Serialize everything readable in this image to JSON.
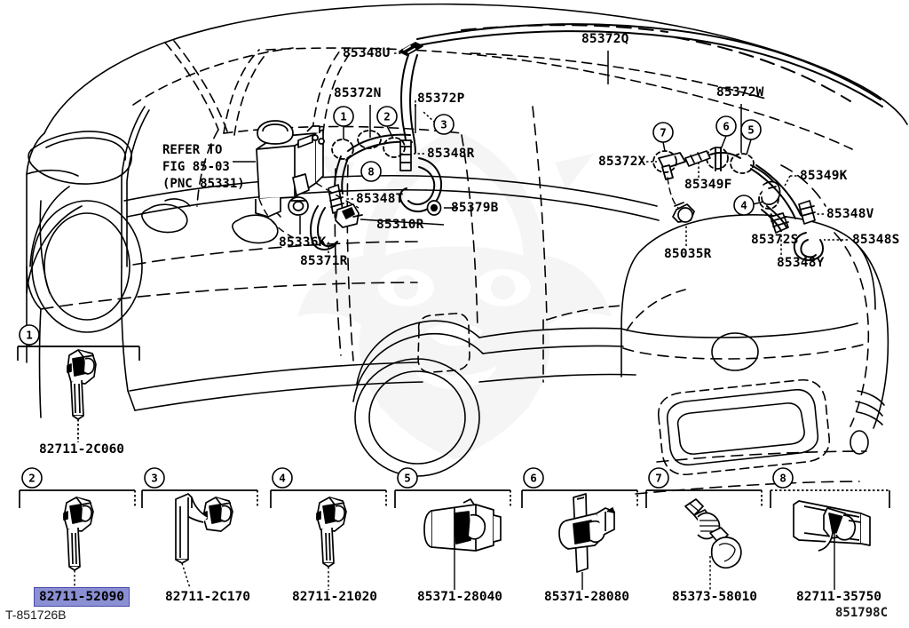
{
  "page": {
    "title": "Toyota Electronic Parts Catalog - Windshield Washer Illustration",
    "drawing_code_left": "T-851726B",
    "drawing_code_right": "851798C",
    "highlight_color": "#8b90d4",
    "highlight_border": "#4a4aa8"
  },
  "main_illustration": {
    "refer_note": "REFER TO\nFIG 85-03\n(PNC 85331)",
    "callouts": [
      {
        "id": "85348U",
        "text": "85348U"
      },
      {
        "id": "85372Q",
        "text": "85372Q"
      },
      {
        "id": "85372N",
        "text": "85372N"
      },
      {
        "id": "85372P",
        "text": "85372P"
      },
      {
        "id": "85372W",
        "text": "85372W"
      },
      {
        "id": "85348R",
        "text": "85348R"
      },
      {
        "id": "85372X",
        "text": "85372X"
      },
      {
        "id": "85349K",
        "text": "85349K"
      },
      {
        "id": "85349F",
        "text": "85349F"
      },
      {
        "id": "85348T",
        "text": "85348T"
      },
      {
        "id": "85379B",
        "text": "85379B"
      },
      {
        "id": "85348V",
        "text": "85348V"
      },
      {
        "id": "85310R",
        "text": "85310R"
      },
      {
        "id": "85336K",
        "text": "85336K"
      },
      {
        "id": "85371R",
        "text": "85371R"
      },
      {
        "id": "85372S",
        "text": "85372S"
      },
      {
        "id": "85348S",
        "text": "85348S"
      },
      {
        "id": "85348Y",
        "text": "85348Y"
      },
      {
        "id": "85035R",
        "text": "85035R"
      }
    ],
    "circled_markers": [
      "1",
      "2",
      "3",
      "4",
      "5",
      "6",
      "7",
      "8"
    ]
  },
  "parts_panel": {
    "items": [
      {
        "index": "1",
        "part_number": "82711-2C060",
        "highlighted": false,
        "shape": "clip-straight"
      },
      {
        "index": "2",
        "part_number": "82711-52090",
        "highlighted": true,
        "shape": "clip-straight"
      },
      {
        "index": "3",
        "part_number": "82711-2C170",
        "highlighted": false,
        "shape": "clip-l-bracket"
      },
      {
        "index": "4",
        "part_number": "82711-21020",
        "highlighted": false,
        "shape": "clip-short"
      },
      {
        "index": "5",
        "part_number": "85371-28040",
        "highlighted": false,
        "shape": "clamp-block"
      },
      {
        "index": "6",
        "part_number": "85371-28080",
        "highlighted": false,
        "shape": "clamp-rod"
      },
      {
        "index": "7",
        "part_number": "85373-58010",
        "highlighted": false,
        "shape": "screw-grommet"
      },
      {
        "index": "8",
        "part_number": "82711-35750",
        "highlighted": false,
        "shape": "clip-wide-bar"
      }
    ]
  }
}
